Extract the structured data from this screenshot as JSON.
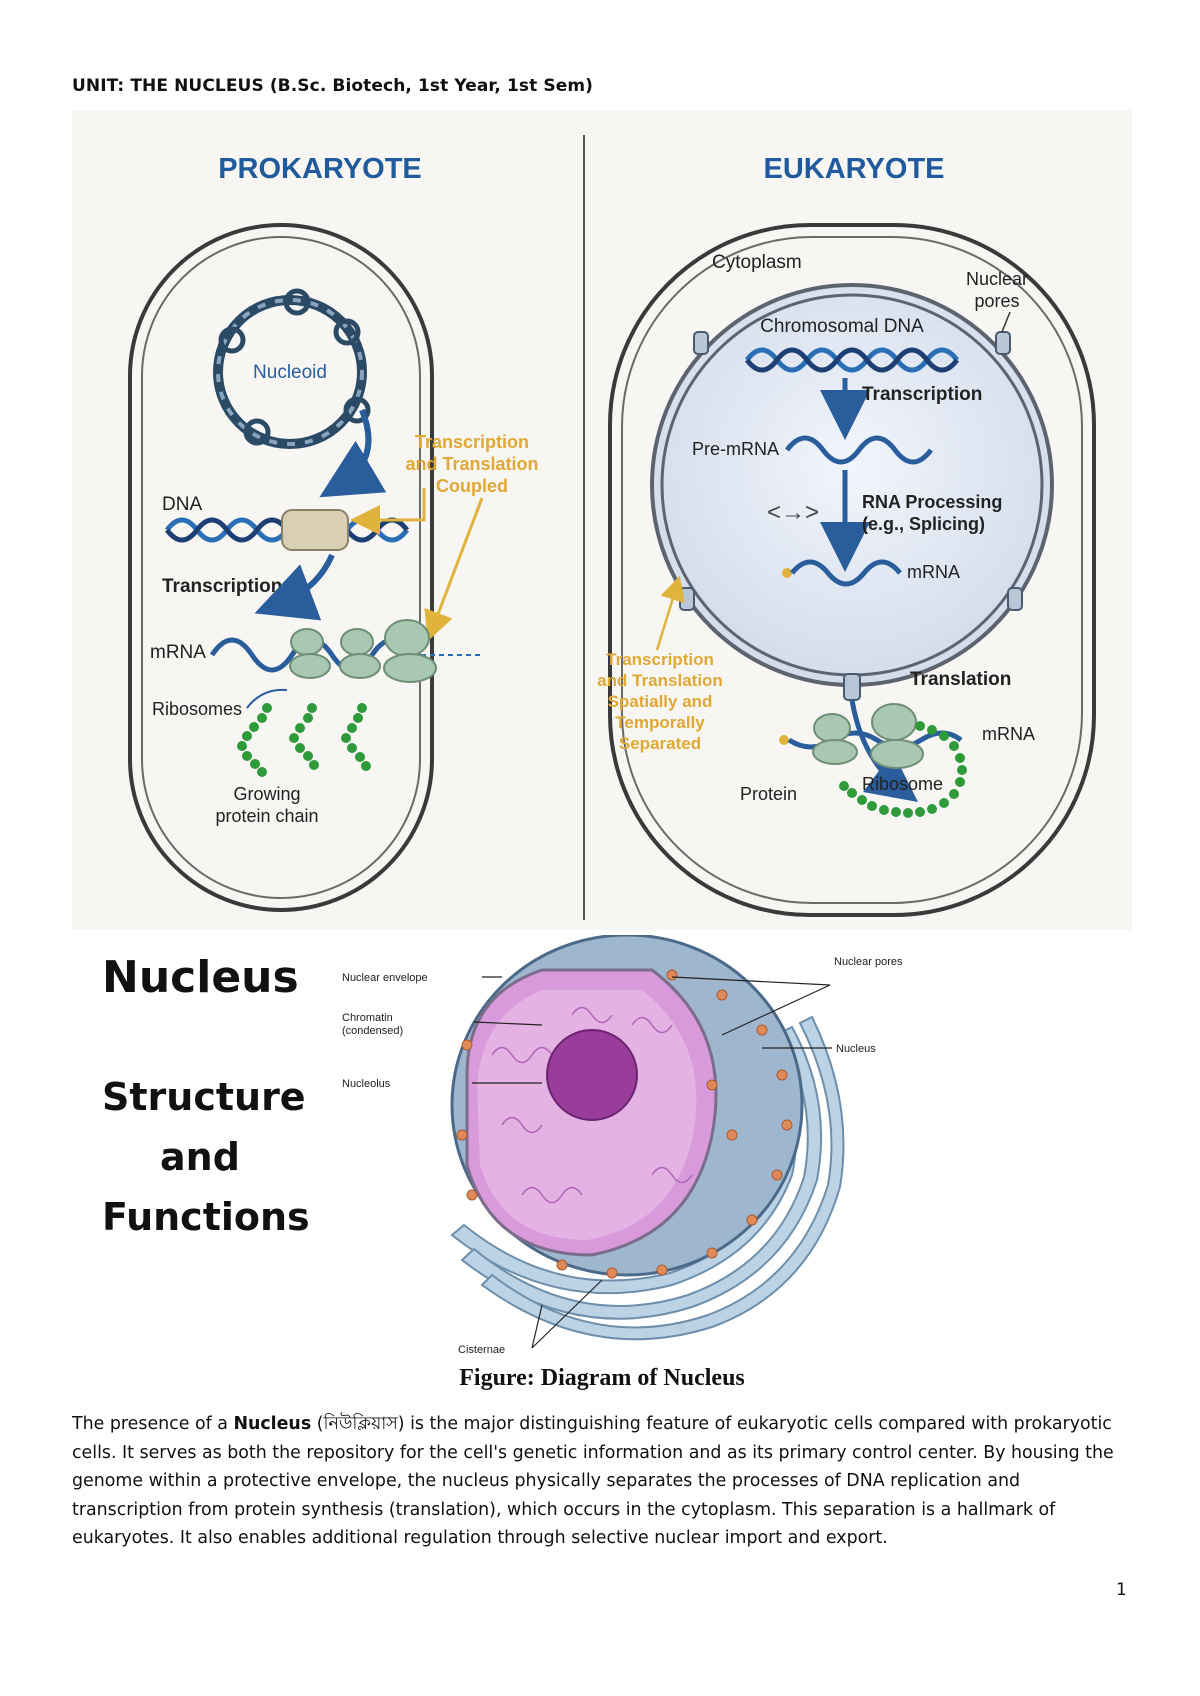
{
  "header": "UNIT: THE NUCLEUS (B.Sc. Biotech, 1st Year, 1st Sem)",
  "figure1": {
    "prokaryote_title": "PROKARYOTE",
    "eukaryote_title": "EUKARYOTE",
    "prokaryote": {
      "nucleoid": "Nucleoid",
      "dna": "DNA",
      "transcription": "Transcription",
      "mrna": "mRNA",
      "ribosomes": "Ribosomes",
      "growing_line1": "Growing",
      "growing_line2": "protein chain",
      "coupled_line1": "Transcription",
      "coupled_line2": "and Translation",
      "coupled_line3": "Coupled"
    },
    "eukaryote": {
      "cytoplasm": "Cytoplasm",
      "pores_line1": "Nuclear",
      "pores_line2": "pores",
      "chromosomal_dna": "Chromosomal DNA",
      "transcription": "Transcription",
      "pre_mrna": "Pre-mRNA",
      "processing_line1": "RNA Processing",
      "processing_line2": "(e.g., Splicing)",
      "mrna_inner": "mRNA",
      "separated_line1": "Transcription",
      "separated_line2": "and Translation",
      "separated_line3": "Spatially and",
      "separated_line4": "Temporally",
      "separated_line5": "Separated",
      "translation": "Translation",
      "mrna_outer": "mRNA",
      "ribosome": "Ribosome",
      "protein": "Protein"
    }
  },
  "figure2": {
    "title_line1": "Nucleus",
    "title_line2": "Structure",
    "title_line3": "and",
    "title_line4": "Functions",
    "labels": {
      "nuclear_envelope": "Nuclear envelope",
      "chromatin_line1": "Chromatin",
      "chromatin_line2": "(condensed)",
      "nucleolus": "Nucleolus",
      "nuclear_pores": "Nuclear pores",
      "nucleus": "Nucleus",
      "cisternae": "Cisternae"
    },
    "caption": "Figure: Diagram of Nucleus"
  },
  "paragraph": {
    "before_bold": "The presence of a ",
    "bold": "Nucleus",
    "after_bold": " (নিউক্লিয়াস) is the major distinguishing feature of eukaryotic cells compared with prokaryotic cells. It serves as both the repository for the cell's genetic information and as its primary control center. By housing the genome within a protective envelope, the nucleus physically separates the processes of DNA replication and transcription from protein synthesis (translation), which occurs in the cytoplasm. This separation is a hallmark of eukaryotes. It also enables additional regulation through selective nuclear import and export."
  },
  "page_number": "1",
  "colors": {
    "title_blue": "#1f5a9c",
    "dna_blue": "#2a6fb5",
    "gold": "#e0b43c",
    "ribosome_green": "#9cc3a8",
    "protein_green": "#2e9a3a",
    "nucleus_pink": "#d88ad0"
  }
}
